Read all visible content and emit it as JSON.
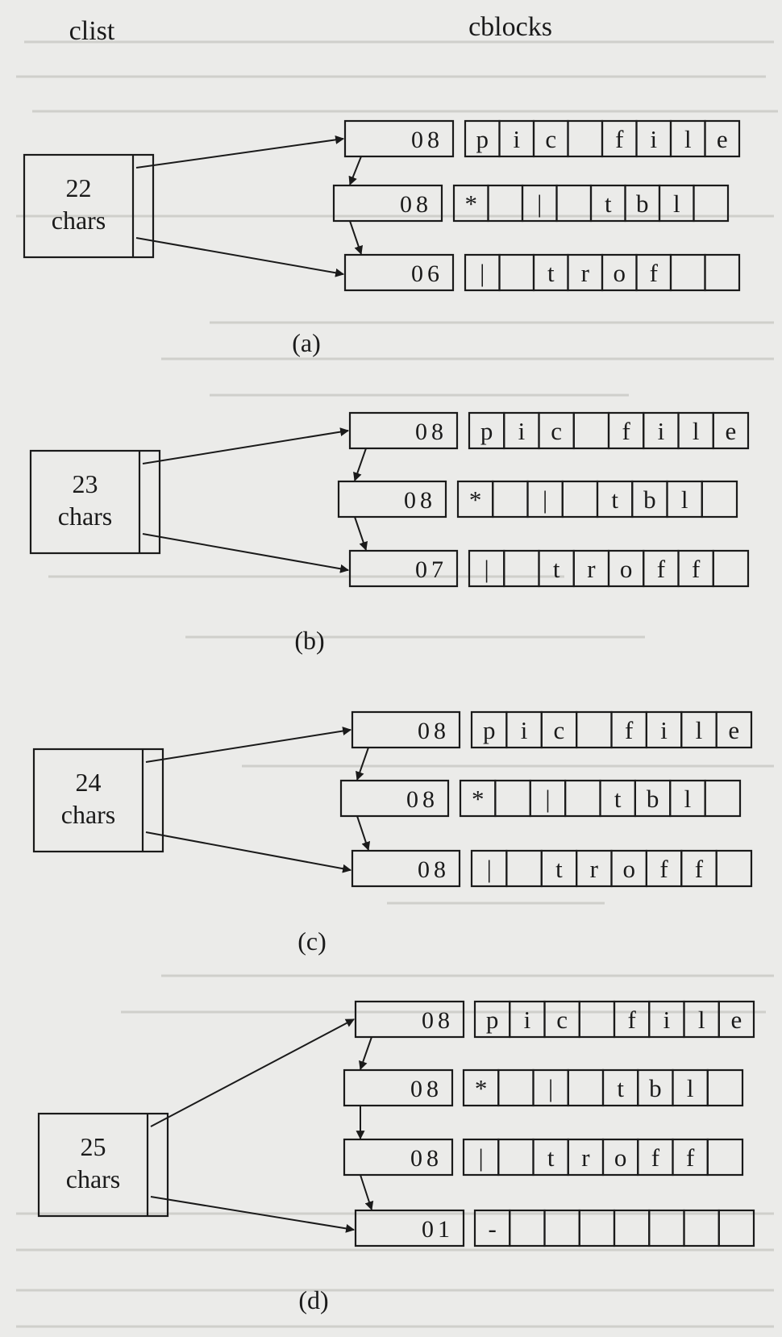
{
  "headers": {
    "clist": "clist",
    "cblocks": "cblocks"
  },
  "colors": {
    "ink": "#1a1a1a",
    "paper": "#ebebe9",
    "bleed": "#cfcfcb"
  },
  "panels": [
    {
      "caption": "(a)",
      "clist": {
        "count": "22",
        "unit": "chars"
      },
      "blocks": [
        {
          "count": "08",
          "chars": [
            "p",
            "i",
            "c",
            "",
            "f",
            "i",
            "l",
            "e"
          ]
        },
        {
          "count": "08",
          "chars": [
            "*",
            "",
            "|",
            "",
            "t",
            "b",
            "l",
            ""
          ]
        },
        {
          "count": "06",
          "chars": [
            "|",
            "",
            "t",
            "r",
            "o",
            "f",
            "",
            ""
          ]
        }
      ]
    },
    {
      "caption": "(b)",
      "clist": {
        "count": "23",
        "unit": "chars"
      },
      "blocks": [
        {
          "count": "08",
          "chars": [
            "p",
            "i",
            "c",
            "",
            "f",
            "i",
            "l",
            "e"
          ]
        },
        {
          "count": "08",
          "chars": [
            "*",
            "",
            "|",
            "",
            "t",
            "b",
            "l",
            ""
          ]
        },
        {
          "count": "07",
          "chars": [
            "|",
            "",
            "t",
            "r",
            "o",
            "f",
            "f",
            ""
          ]
        }
      ]
    },
    {
      "caption": "(c)",
      "clist": {
        "count": "24",
        "unit": "chars"
      },
      "blocks": [
        {
          "count": "08",
          "chars": [
            "p",
            "i",
            "c",
            "",
            "f",
            "i",
            "l",
            "e"
          ]
        },
        {
          "count": "08",
          "chars": [
            "*",
            "",
            "|",
            "",
            "t",
            "b",
            "l",
            ""
          ]
        },
        {
          "count": "08",
          "chars": [
            "|",
            "",
            "t",
            "r",
            "o",
            "f",
            "f",
            ""
          ]
        }
      ]
    },
    {
      "caption": "(d)",
      "clist": {
        "count": "25",
        "unit": "chars"
      },
      "blocks": [
        {
          "count": "08",
          "chars": [
            "p",
            "i",
            "c",
            "",
            "f",
            "i",
            "l",
            "e"
          ]
        },
        {
          "count": "08",
          "chars": [
            "*",
            "",
            "|",
            "",
            "t",
            "b",
            "l",
            ""
          ]
        },
        {
          "count": "08",
          "chars": [
            "|",
            "",
            "t",
            "r",
            "o",
            "f",
            "f",
            ""
          ]
        },
        {
          "count": "01",
          "chars": [
            "-",
            "",
            "",
            "",
            "",
            "",
            "",
            ""
          ]
        }
      ]
    }
  ]
}
